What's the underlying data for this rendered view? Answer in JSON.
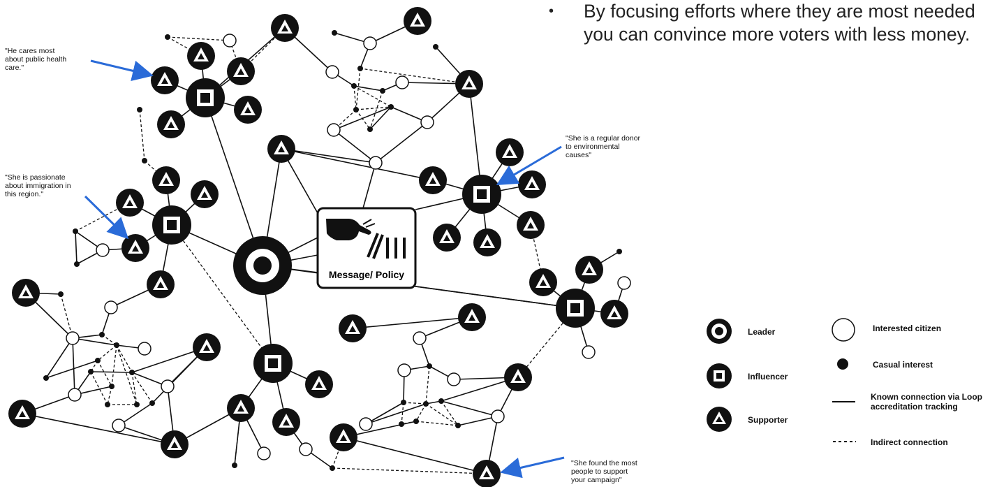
{
  "bullet_text": "By focusing efforts where they are most needed you can convince more voters with less money.",
  "message_box_label": "Message/ Policy",
  "annotations": {
    "public_health": "\"He cares most\nabout public health\ncare.\"",
    "immigration": "\"She is passionate\nabout immigration in\nthis region.\"",
    "environment": "\"She is a regular donor\nto environmental\ncauses\"",
    "most_people": "\"She found the most\npeople to support\nyour campaign\""
  },
  "legend": {
    "leader": "Leader",
    "influencer": "Influencer",
    "supporter": "Supporter",
    "interested": "Interested citizen",
    "casual": "Casual interest",
    "known": "Known connection via Loop\naccreditation tracking",
    "indirect": "Indirect connection"
  },
  "colors": {
    "node_black": "#111111",
    "arrow_blue": "#2a6bd8",
    "white": "#ffffff"
  },
  "icons": [
    "hand-pointing-icon",
    "domino-bars-icon"
  ]
}
